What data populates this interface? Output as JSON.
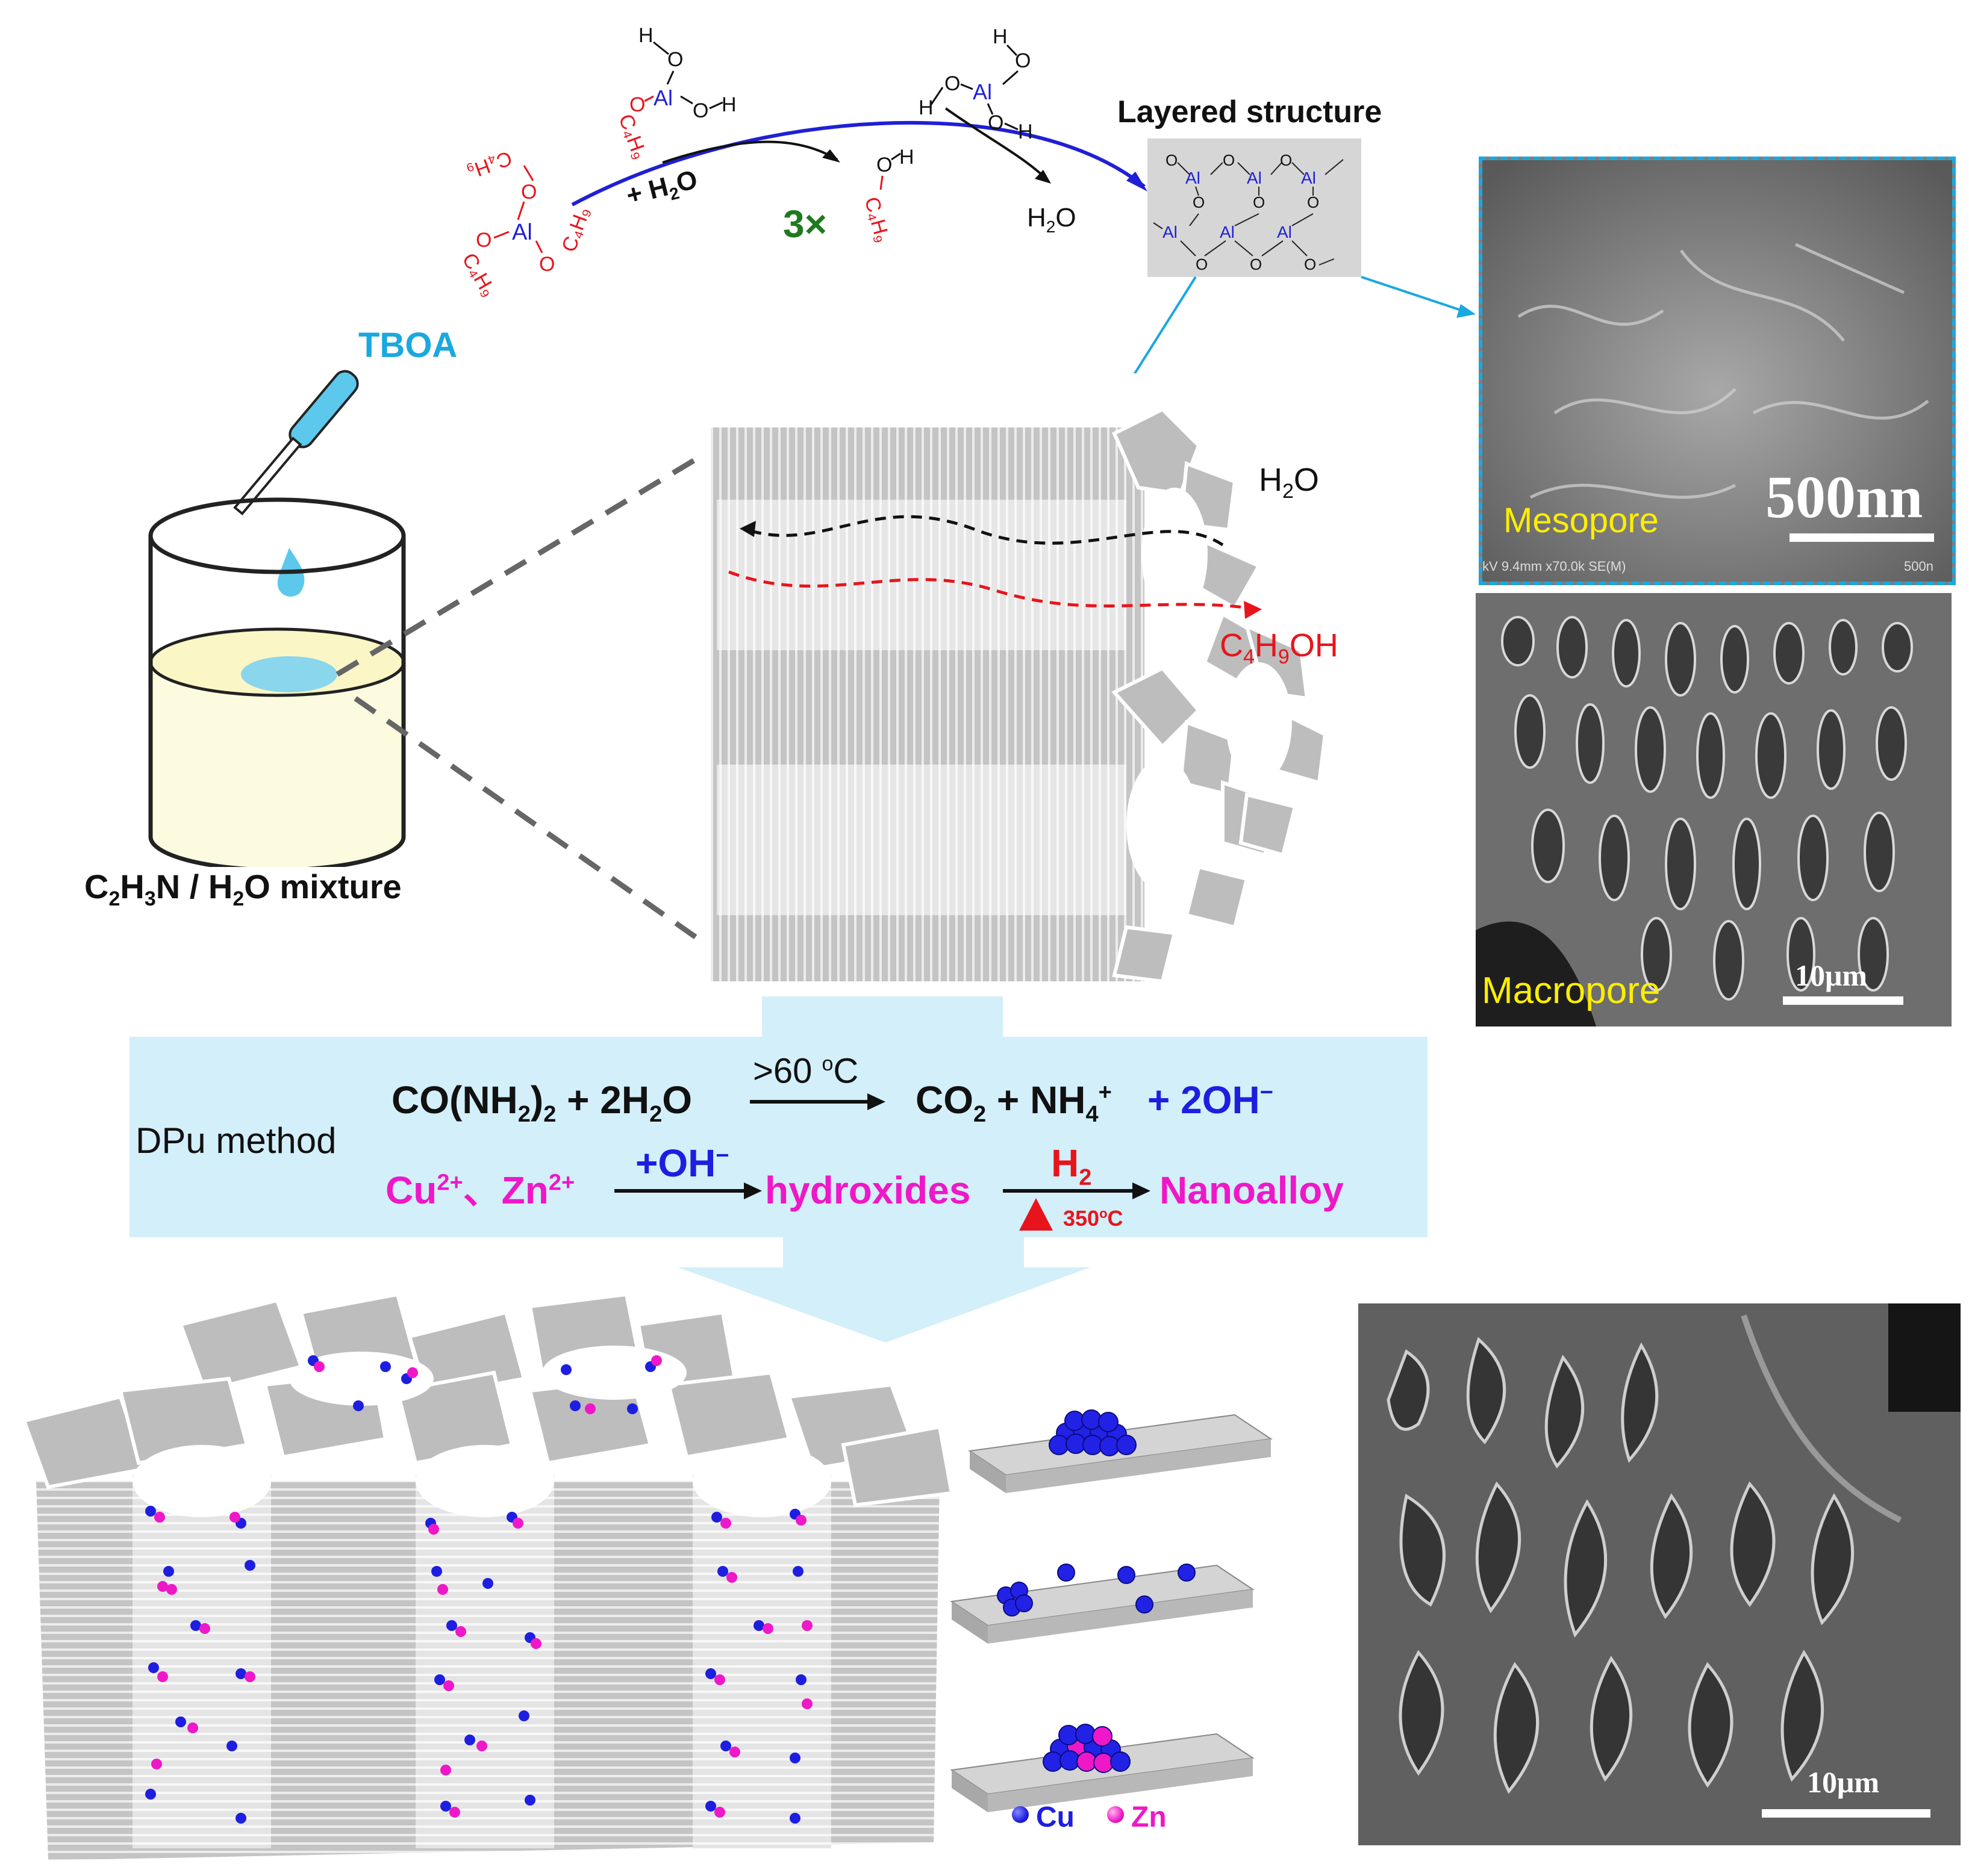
{
  "top": {
    "layered_structure_label": "Layered structure",
    "plus_water": "+ H",
    "plus_water_sub": "2",
    "plus_water_tail": "O",
    "butanol_coef": "3×",
    "water_out": "H",
    "water_out_sub": "2",
    "water_out_tail": "O",
    "tboa_label": "TBOA",
    "mixture_label": "C2H3N / H2O mixture"
  },
  "pores": {
    "h2o_label": "H2O",
    "c4h9oh_label": "C4H9OH"
  },
  "sem_top": {
    "caption": "Mesopore",
    "scale_text": "500nn",
    "meta_left": "kV 9.4mm x70.0k SE(M)",
    "meta_right": "500n"
  },
  "sem_middle": {
    "caption": "Macropore",
    "scale_text": "10μm"
  },
  "sem_bottom": {
    "scale_text": "10μm"
  },
  "dpu": {
    "method_label": "DPu method",
    "eq1_left": "CO(NH2)2 + 2H2O",
    "eq1_condition": ">60 oC",
    "eq1_right_a": "CO2 + NH4+",
    "eq1_right_b": "+ 2OH−",
    "eq2_reactants": "Cu2+、Zn2+",
    "eq2_reagent": "+OH−",
    "eq2_intermediate": "hydroxides",
    "eq2_gas": "H2",
    "eq2_temp": "350oC",
    "eq2_product": "Nanoalloy"
  },
  "legend": {
    "cu_label": "Cu",
    "zn_label": "Zn"
  },
  "colors": {
    "blue_arrow": "#1f1fd6",
    "cyan": "#1aa8e0",
    "red": "#e8141c",
    "magenta": "#ee18c8",
    "green": "#1f7a1f",
    "dark_blue": "#1e1ee0",
    "panel_bg": "#d3effa",
    "plate_gray": "#c8c8c8",
    "sem_yellow": "#ffee00"
  }
}
